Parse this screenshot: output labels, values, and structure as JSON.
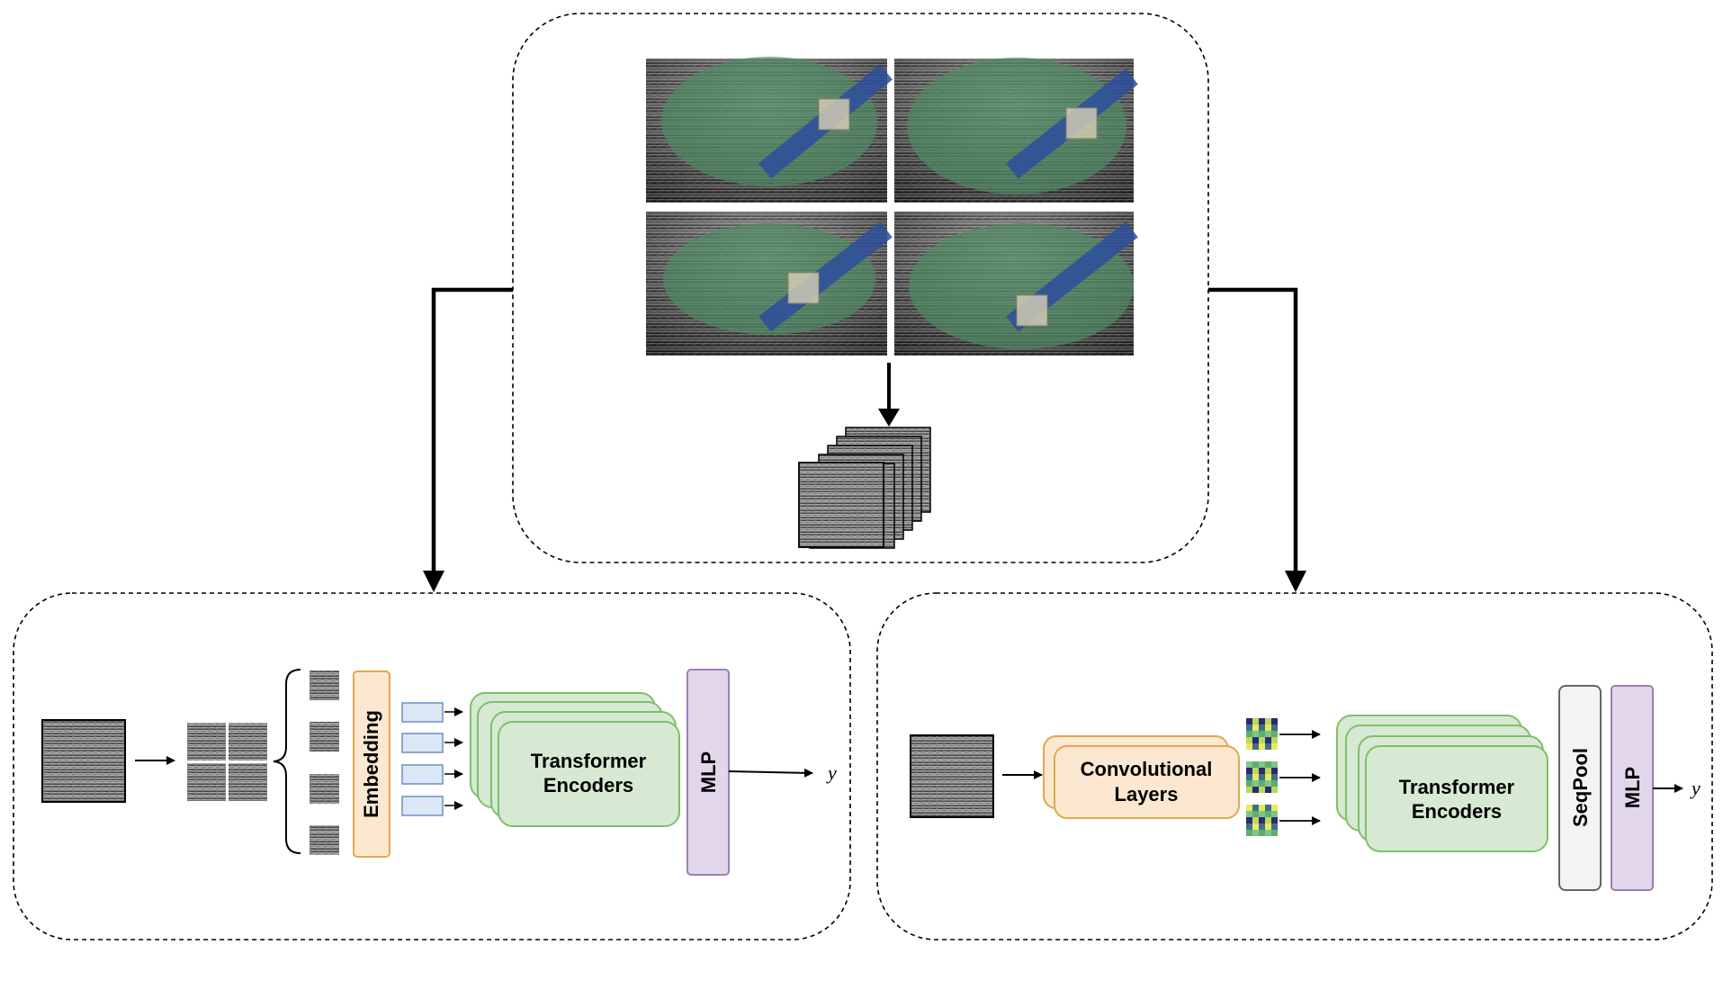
{
  "left_pipeline": {
    "embedding_label": "Embedding",
    "transformer_label_line1": "Transformer",
    "transformer_label_line2": "Encoders",
    "mlp_label": "MLP",
    "output_label": "y"
  },
  "right_pipeline": {
    "conv_label_line1": "Convolutional",
    "conv_label_line2": "Layers",
    "transformer_label_line1": "Transformer",
    "transformer_label_line2": "Encoders",
    "seqpool_label": "SeqPool",
    "mlp_label": "MLP",
    "output_label": "y"
  },
  "colors": {
    "embedding_fill": "#fce8d0",
    "embedding_stroke": "#e3a74f",
    "transformer_fill": "#d7e9d2",
    "transformer_stroke": "#7fbf6a",
    "mlp_fill": "#e2d6ea",
    "mlp_stroke": "#9a7fb3",
    "seqpool_fill": "#f3f3f3",
    "seqpool_stroke": "#666666",
    "token_fill": "#dde8f7",
    "token_stroke": "#6d8fc7",
    "mask_green": "#4f8a62",
    "needle_blue": "#2b4f9c"
  }
}
